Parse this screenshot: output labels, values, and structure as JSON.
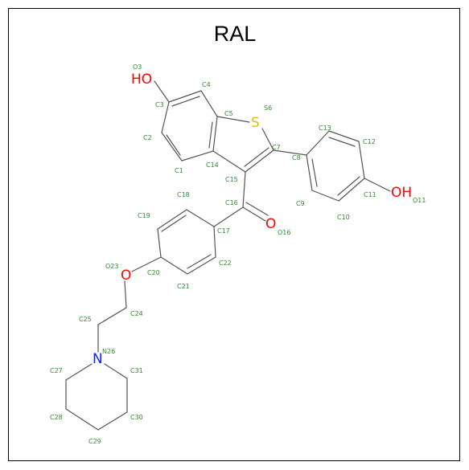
{
  "title": "RAL",
  "colors": {
    "bond": "#555555",
    "carbon_label": "#2e8b2e",
    "oxygen": "#ff0000",
    "sulfur": "#e0c000",
    "nitrogen": "#1020ff",
    "label_dark": "#333333"
  },
  "atoms": {
    "O3": "O3",
    "HO": "HO",
    "C4": "C4",
    "C3": "C3",
    "C5": "C5",
    "S6": "S6",
    "S": "S",
    "C2": "C2",
    "C7": "C7",
    "C13": "C13",
    "C12": "C12",
    "C1": "C1",
    "C14": "C14",
    "C8": "C8",
    "C15": "C15",
    "C11": "C11",
    "OH": "OH",
    "O11": "O11",
    "C18": "C18",
    "C16": "C16",
    "C9": "C9",
    "C10": "C10",
    "C19": "C19",
    "O": "O",
    "C17": "C17",
    "O16": "O16",
    "O23": "O23",
    "O_ether": "O",
    "C20": "C20",
    "C22": "C22",
    "C21": "C21",
    "C25": "C25",
    "C24": "C24",
    "N26": "N26",
    "N": "N",
    "C27": "C27",
    "C31": "C31",
    "C28": "C28",
    "C30": "C30",
    "C29": "C29"
  }
}
